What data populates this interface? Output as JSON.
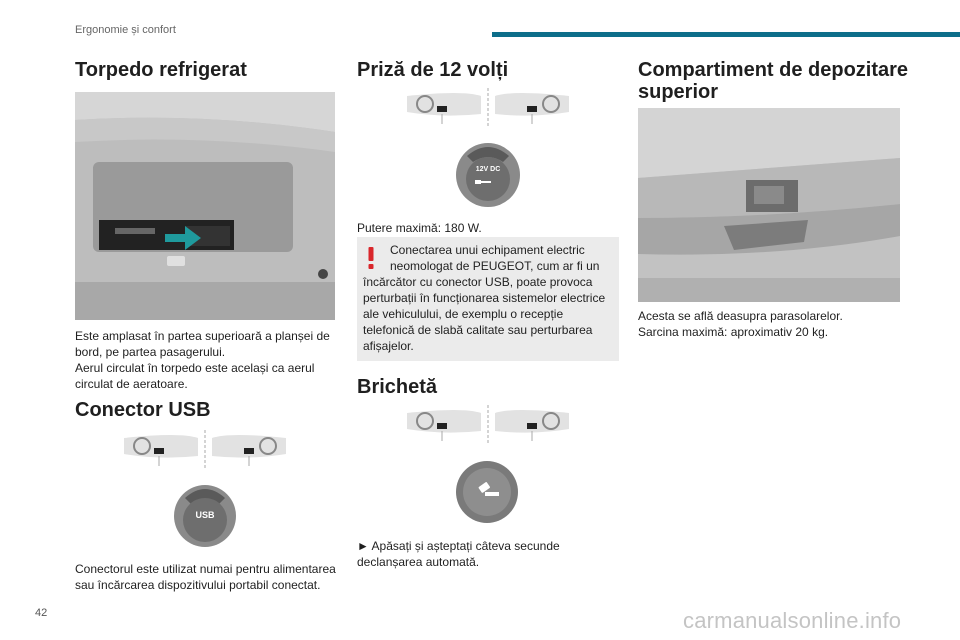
{
  "header": {
    "section": "Ergonomie și confort",
    "accent_color": "#0d6e8a"
  },
  "col1": {
    "s1_title": "Torpedo refrigerat",
    "s1_text": [
      "Este amplasat în partea superioară a planșei de",
      "bord, pe partea pasagerului.",
      "Aerul circulat în torpedo este același ca aerul",
      "circulat de aeratoare."
    ],
    "s2_title": "Conector USB",
    "usb_label": "USB",
    "s2_text": [
      "Conectorul este utilizat numai pentru alimentarea",
      "sau încărcarea dispozitivului portabil conectat."
    ]
  },
  "col2": {
    "s1_title": "Priză de 12 volți",
    "socket_label_1": "12V DC",
    "s1_text": "Putere maximă: 180 W.",
    "warning_icon": "exclamation-icon",
    "warning_color": "#d9262b",
    "warning_lines": [
      "Conectarea unui echipament electric",
      "neomologat de PEUGEOT, cum ar fi un",
      "încărcător cu conector USB, poate provoca",
      "perturbații în funcționarea sistemelor electrice",
      "ale vehiculului, de exemplu o recepție",
      "telefonică de slabă calitate sau perturbarea",
      "afișajelor."
    ],
    "s2_title": "Brichetă",
    "s2_text": [
      "► Apăsați și așteptați câteva secunde",
      "declanșarea automată."
    ]
  },
  "col3": {
    "s1_title_lines": [
      "Compartiment de depozitare",
      "superior"
    ],
    "s1_text": [
      "Acesta se află deasupra parasolarelor.",
      "Sarcina maximă: aproximativ 20 kg."
    ]
  },
  "footer": {
    "page_number": "42",
    "watermark": "carmanualsonline.info"
  }
}
